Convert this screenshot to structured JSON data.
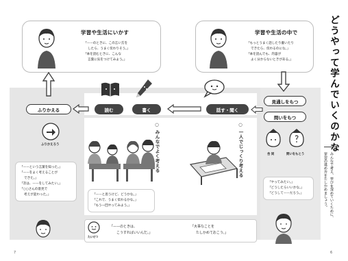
{
  "title": "どうやって学んでいくのかな",
  "subtitle_lines": [
    "みんなで考え、学びを深めていくために、",
    "学習の進め方をたしかめましょう。"
  ],
  "left_panel": {
    "title": "学習や生活にいかす",
    "lines": [
      "「——のときに、この言い方を",
      "したら、うまく伝わりそう。」",
      "「本を読むときに、こんな",
      "言葉に気をつけてみよう。」"
    ]
  },
  "right_panel": {
    "title": "学習や生活の中で",
    "lines": [
      "「もっとうまく話したり書いたり",
      "できたら、伝わるのにな。」",
      "「本を読んでも、内容が",
      "よく分からないときがある。」"
    ]
  },
  "buttons": {
    "furikaeru": "ふりかえる",
    "yomu": "読む",
    "kaku": "書く",
    "hanasu_kiku": "話す・聞く",
    "mitooshi": "見通しをもつ",
    "toi": "問いをもつ"
  },
  "labels": {
    "furikaero": "ふりかえろう",
    "aimai": "合 同",
    "toi_wo_motou": "問いをもとう",
    "taisetsu": "たいせつ"
  },
  "vertical_labels": {
    "minna": "○ みんなでよく考える",
    "hitori": "○ 一人でじっくり考える"
  },
  "notes": {
    "left": [
      "「——という言葉を知った。」",
      "「——をよく考えることが",
      "できた。」",
      "「次は、——をしてみたい。」",
      "「○○さんの意見で",
      "考えが変わった。」"
    ],
    "middle": [
      "「——と思うけど、どうかな。」",
      "「これで、うまく伝わるかな。」",
      "「もう一回やってみよう。」"
    ],
    "right": [
      "「やってみたい。」",
      "「どうしたらいいかな。」",
      "「どうして——だろう。」"
    ],
    "bottom_a": [
      "「——のときは、",
      "こうすればいいんだ。」"
    ],
    "bottom_b": [
      "「大事なことを",
      "たしかめておこう。」"
    ]
  },
  "page_numbers": {
    "left": "7",
    "right": "6"
  },
  "colors": {
    "dark_pill": "#444444",
    "band": "#e6e6e6"
  }
}
